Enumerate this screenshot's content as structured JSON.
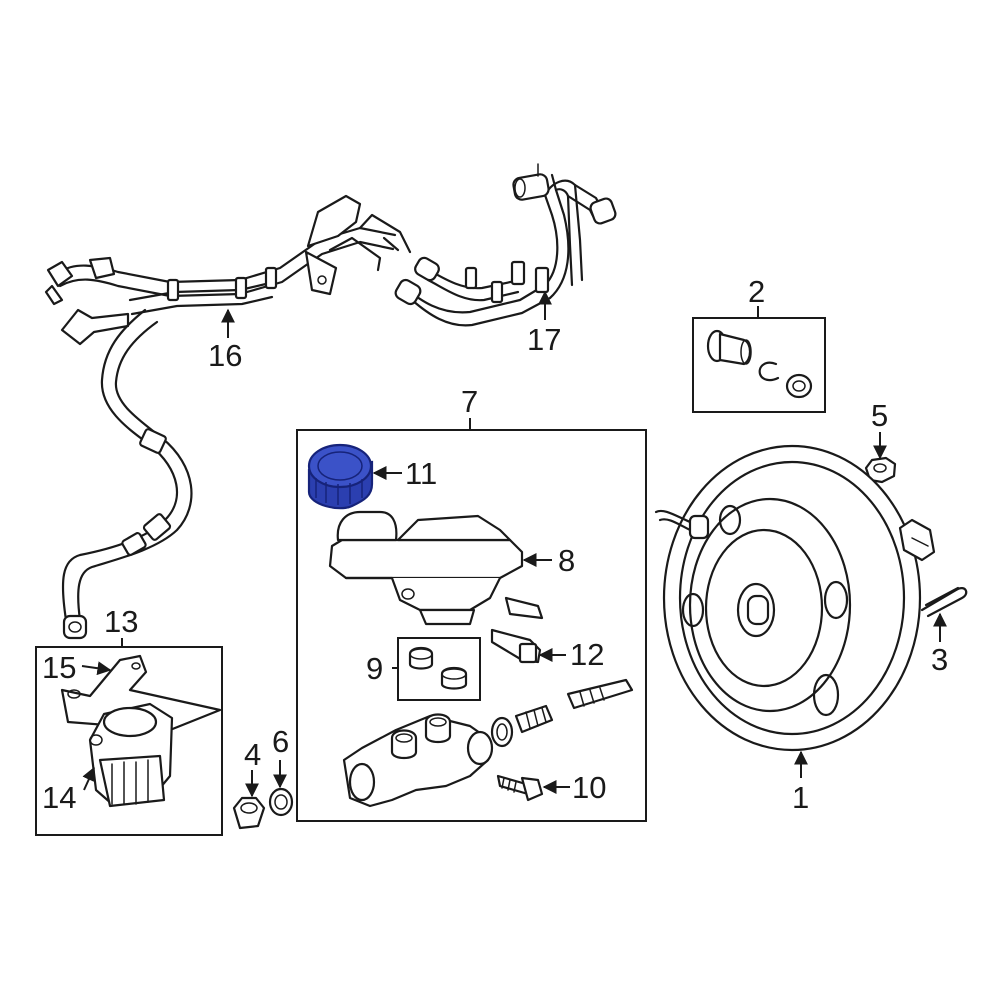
{
  "callouts": {
    "c1": "1",
    "c2": "2",
    "c3": "3",
    "c4": "4",
    "c5": "5",
    "c6": "6",
    "c7": "7",
    "c8": "8",
    "c9": "9",
    "c10": "10",
    "c11": "11",
    "c12": "12",
    "c13": "13",
    "c14": "14",
    "c15": "15",
    "c16": "16",
    "c17": "17"
  },
  "colors": {
    "line": "#1a1a1a",
    "background": "#ffffff",
    "highlight_fill": "#2b3fb0",
    "highlight_dark": "#16237a"
  },
  "highlighted_part": "11"
}
